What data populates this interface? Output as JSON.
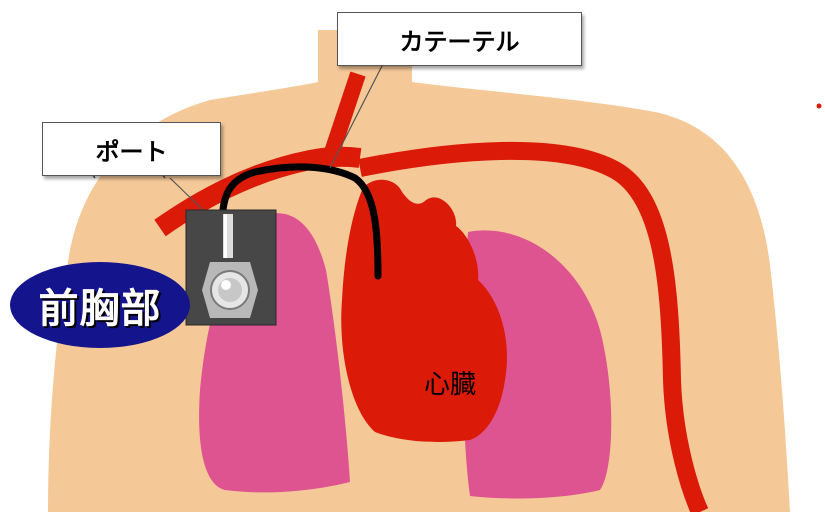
{
  "labels": {
    "catheter": "カテーテル",
    "port": "ポート",
    "chest_region": "前胸部",
    "heart": "心臓"
  },
  "colors": {
    "skin": "#f5c898",
    "lung": "#de5491",
    "vessel": "#dc1a08",
    "catheter": "#000000",
    "badge": "#14148c"
  }
}
